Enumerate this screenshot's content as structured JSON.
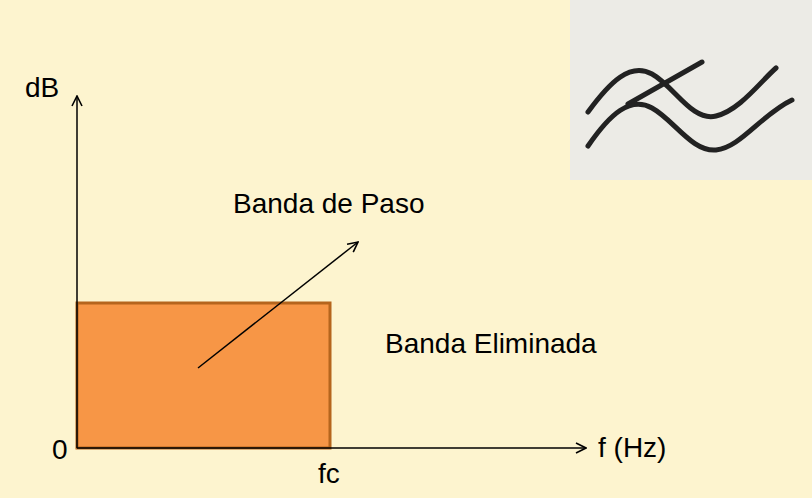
{
  "diagram": {
    "labels": [
      "dB",
      "Banda de Paso",
      "Banda Eliminada",
      "0",
      "fc",
      "f (Hz)"
    ]
  }
}
